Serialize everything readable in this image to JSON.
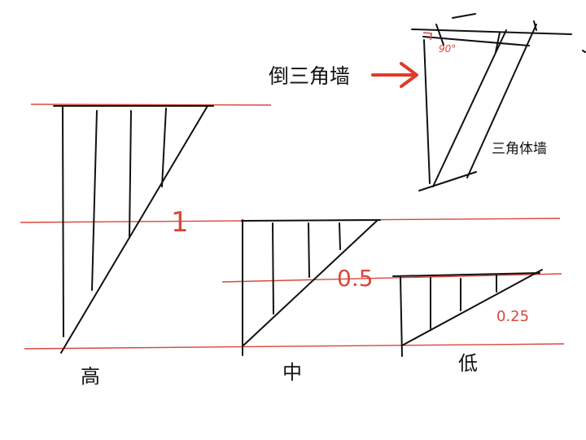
{
  "labels": {
    "inverted_triangle_wall": "倒三角墙",
    "triangular_prism_wall": "三角体墙",
    "angle": "90°",
    "level_1": "1",
    "level_05": "0.5",
    "level_025": "0.25",
    "high": "高",
    "medium": "中",
    "low": "低"
  },
  "colors": {
    "ink": "#111111",
    "red": "#d9473a"
  }
}
